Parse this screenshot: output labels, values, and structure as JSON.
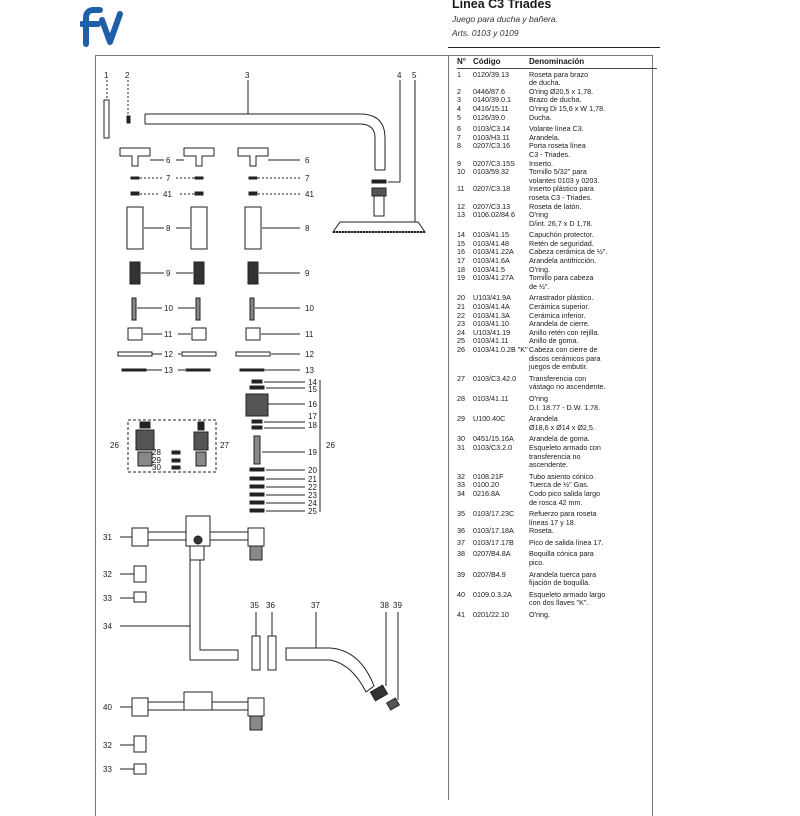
{
  "header": {
    "logo_text": "fv",
    "title": "Línea C3 Triades",
    "subtitle": "Juego para ducha y bañera.",
    "arts": "Arts. 0103 y 0109"
  },
  "table": {
    "col_num": "N°",
    "col_code": "Código",
    "col_desc": "Denominación",
    "rows": [
      {
        "n": "1",
        "code": "0120/39.13",
        "desc": [
          "Roseta para brazo",
          "de ducha."
        ]
      },
      {
        "n": "2",
        "code": "0446/87.6",
        "desc": [
          "O'ring Ø20,5 x 1,78."
        ]
      },
      {
        "n": "3",
        "code": "0140/39.0.1",
        "desc": [
          "Brazo de ducha."
        ]
      },
      {
        "n": "4",
        "code": "0416/15.11",
        "desc": [
          "O'ring Di 15,6 x W 1,78."
        ]
      },
      {
        "n": "5",
        "code": "0126/39.0",
        "desc": [
          "Ducha."
        ]
      },
      {
        "n": "6",
        "code": "0103/C3.14",
        "desc": [
          "Volante línea C3."
        ]
      },
      {
        "n": "7",
        "code": "0103/H3.11",
        "desc": [
          "Arandela."
        ]
      },
      {
        "n": "8",
        "code": "0207/C3.16",
        "desc": [
          "Porta roseta línea",
          "C3 - Triades."
        ]
      },
      {
        "n": "9",
        "code": "0207/C3.15S",
        "desc": [
          "Inserto."
        ]
      },
      {
        "n": "10",
        "code": "0103/59.32",
        "desc": [
          "Tornillo 5/32\" para",
          "volantes 0103 y 0203."
        ]
      },
      {
        "n": "11",
        "code": "0207/C3.18",
        "desc": [
          "Inserto plástico para",
          "roseta C3 - Triades."
        ]
      },
      {
        "n": "12",
        "code": "0207/C3.13",
        "desc": [
          "Roseta de latón."
        ]
      },
      {
        "n": "13",
        "code": "0106.02/84.6",
        "desc": [
          "O'ring",
          "D/int. 26,7 x D 1,78."
        ]
      },
      {
        "n": "14",
        "code": "0103/41.15",
        "desc": [
          "Capuchón protector."
        ]
      },
      {
        "n": "15",
        "code": "0103/41.48",
        "desc": [
          "Retén de seguridad."
        ]
      },
      {
        "n": "16",
        "code": "0103/41.22A",
        "desc": [
          "Cabeza cerámica de ½\"."
        ]
      },
      {
        "n": "17",
        "code": "0103/41.6A",
        "desc": [
          "Arandela antifricción."
        ]
      },
      {
        "n": "18",
        "code": "0103/41.5",
        "desc": [
          "O'ring."
        ]
      },
      {
        "n": "19",
        "code": "0103/41.27A",
        "desc": [
          "Tornillo para cabeza",
          "de ½\"."
        ]
      },
      {
        "n": "20",
        "code": "U103/41.9A",
        "desc": [
          "Arrastrador plástico."
        ]
      },
      {
        "n": "21",
        "code": "0103/41.4A",
        "desc": [
          "Cerámica superior."
        ]
      },
      {
        "n": "22",
        "code": "0103/41.3A",
        "desc": [
          "Cerámica inferior."
        ]
      },
      {
        "n": "23",
        "code": "0103/41.10",
        "desc": [
          "Arandela de cierre."
        ]
      },
      {
        "n": "24",
        "code": "U103/41.19",
        "desc": [
          "Anillo retén con rejilla."
        ]
      },
      {
        "n": "25",
        "code": "0103/41.11",
        "desc": [
          "Anillo de goma."
        ]
      },
      {
        "n": "26",
        "code": "0103/41.0.2B \"K\"",
        "desc": [
          "Cabeza con cierre de",
          "discos cerámicos para",
          "juegos de embutir."
        ]
      },
      {
        "n": "27",
        "code": "0103/C3.42.0",
        "desc": [
          "Transferencia con",
          "vástago no ascendente."
        ]
      },
      {
        "n": "28",
        "code": "0103/41.11",
        "desc": [
          "O'ring",
          "D.I. 18.77 - D.W. 1.78."
        ]
      },
      {
        "n": "29",
        "code": "U100.40C",
        "desc": [
          "Arandela",
          "Ø18,6 x Ø14 x Ø2,5."
        ]
      },
      {
        "n": "30",
        "code": "0451/15.16A",
        "desc": [
          "Arandela de goma."
        ]
      },
      {
        "n": "31",
        "code": "0103/C3.2.0",
        "desc": [
          "Esqueleto armado con",
          "transferencia no",
          "ascendente."
        ]
      },
      {
        "n": "32",
        "code": "0108.21F",
        "desc": [
          "Tubo asiento cónico."
        ]
      },
      {
        "n": "33",
        "code": "0100.20",
        "desc": [
          "Tuerca de ½\" Gas."
        ]
      },
      {
        "n": "34",
        "code": "0216.8A",
        "desc": [
          "Codo pico salida largo",
          "de rosca 42 mm."
        ]
      },
      {
        "n": "35",
        "code": "0103/17.23C",
        "desc": [
          "Refuerzo para roseta",
          "líneas 17 y 18."
        ]
      },
      {
        "n": "36",
        "code": "0103/17.18A",
        "desc": [
          "Roseta."
        ]
      },
      {
        "n": "37",
        "code": "0103/17.17B",
        "desc": [
          "Pico de salida línea 17."
        ]
      },
      {
        "n": "38",
        "code": "0207/B4.8A",
        "desc": [
          "Boquilla cónica para",
          "pico."
        ]
      },
      {
        "n": "39",
        "code": "0207/B4.9",
        "desc": [
          "Arandela tuerca para",
          "fijación de boquilla."
        ]
      },
      {
        "n": "40",
        "code": "0109.0.3.2A",
        "desc": [
          "Esqueleto armado largo",
          "con dos llaves \"K\"."
        ]
      },
      {
        "n": "41",
        "code": "0201/22.10",
        "desc": [
          "O'ring."
        ]
      }
    ]
  },
  "diagram": {
    "callouts": {
      "top": [
        "1",
        "2",
        "3",
        "4",
        "5"
      ],
      "valve_parts": [
        "6",
        "7",
        "41",
        "8",
        "9",
        "10",
        "11",
        "12",
        "13"
      ],
      "cartridge": [
        "14",
        "15",
        "16",
        "17",
        "18",
        "19",
        "20",
        "21",
        "22",
        "23",
        "24",
        "25",
        "26"
      ],
      "left": [
        "26",
        "27",
        "28",
        "29",
        "30"
      ],
      "bottom": [
        "31",
        "32",
        "33",
        "34",
        "35",
        "36",
        "37",
        "38",
        "39",
        "40",
        "32",
        "33"
      ]
    },
    "colors": {
      "logo": "#1f5fa8",
      "line": "#222222",
      "fill_dark": "#3a3a3a",
      "fill_mid": "#9a9a9a"
    }
  }
}
